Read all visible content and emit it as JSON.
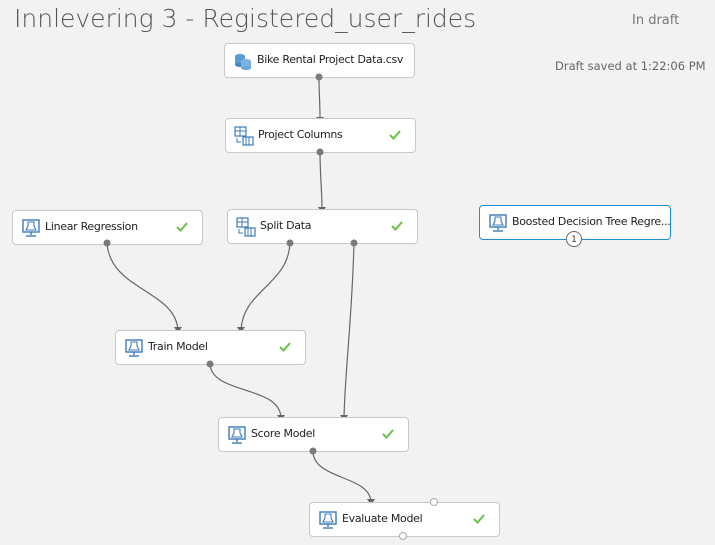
{
  "header": {
    "title": "Innlevering 3 - Registered_user_rides",
    "status": "In draft",
    "saved": "Draft saved at 1:22:06 PM"
  },
  "colors": {
    "accent": "#1e8fd6",
    "check": "#6cc04a",
    "edge": "#666666"
  },
  "modules": [
    {
      "id": "bike-data",
      "label": "Bike Rental Project Data.csv",
      "icon": "dataset-icon",
      "check": false
    },
    {
      "id": "project-columns",
      "label": "Project Columns",
      "icon": "table-transform-icon",
      "check": true
    },
    {
      "id": "linear-regression",
      "label": "Linear Regression",
      "icon": "model-icon",
      "check": true
    },
    {
      "id": "split-data",
      "label": "Split Data",
      "icon": "table-transform-icon",
      "check": true
    },
    {
      "id": "boosted-tree",
      "label": "Boosted Decision Tree Regre...",
      "icon": "model-icon",
      "check": false,
      "selected": true,
      "badge": "1"
    },
    {
      "id": "train-model",
      "label": "Train Model",
      "icon": "model-icon",
      "check": true
    },
    {
      "id": "score-model",
      "label": "Score Model",
      "icon": "model-icon",
      "check": true
    },
    {
      "id": "evaluate-model",
      "label": "Evaluate Model",
      "icon": "model-icon",
      "check": true
    }
  ]
}
